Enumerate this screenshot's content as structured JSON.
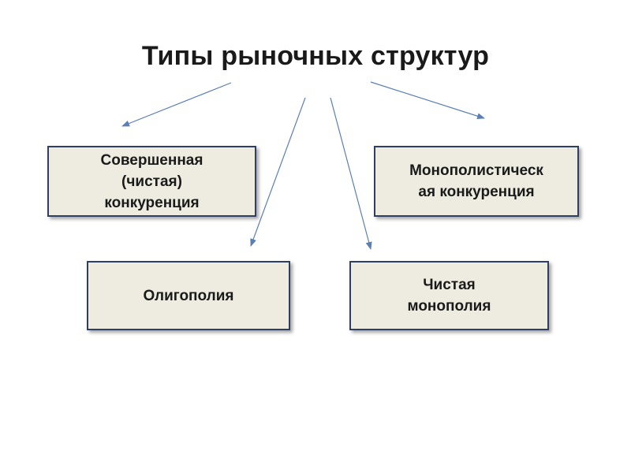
{
  "title": "Типы рыночных структур",
  "boxes": {
    "perfect_competition": "Совершенная\n(чистая)\nконкуренция",
    "monopolistic_competition": "Монополистическ\nая конкуренция",
    "oligopoly": "Олигополия",
    "pure_monopoly": "Чистая\nмонополия"
  },
  "colors": {
    "box_fill": "#eeece1",
    "box_border": "#2f3f5f",
    "arrow": "#5b7fb3",
    "text": "#1a1a1a"
  }
}
